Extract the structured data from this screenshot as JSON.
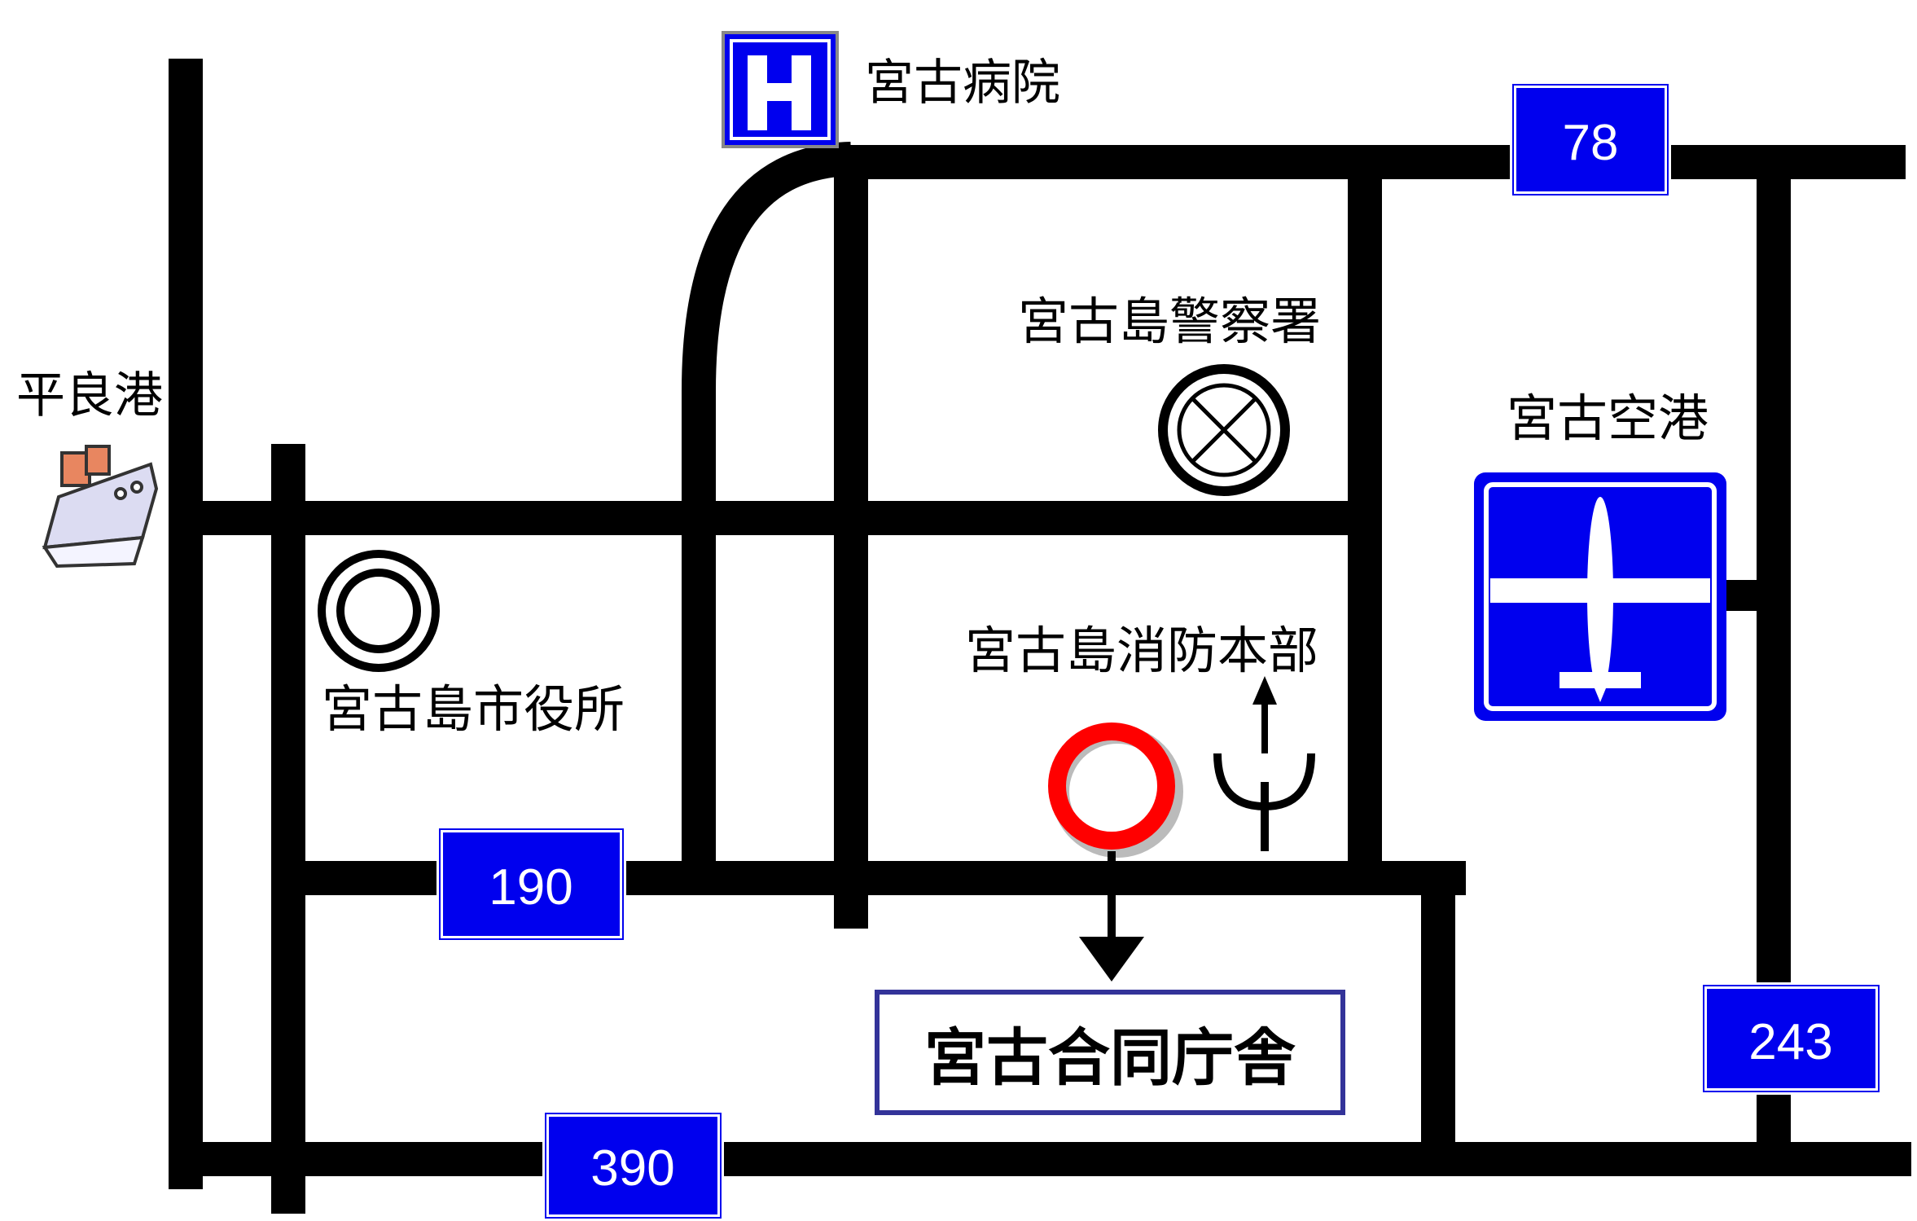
{
  "landmarks": {
    "hospital": "宮古病院",
    "police": "宮古島警察署",
    "port": "平良港",
    "airport": "宮古空港",
    "city_hall": "宮古島市役所",
    "fire_hq": "宮古島消防本部",
    "destination": "宮古合同庁舎"
  },
  "routes": {
    "r78": "78",
    "r190": "190",
    "r390": "390",
    "r243": "243"
  },
  "icons": {
    "hospital": "hospital-h-sign-icon",
    "police": "police-station-map-symbol-icon",
    "city_hall": "city-hall-map-symbol-icon",
    "fire": "fire-station-map-symbol-icon",
    "airport": "airplane-sign-icon",
    "port": "ship-icon",
    "destination": "red-circle-marker-icon"
  },
  "colors": {
    "sign_blue": "#0000ee",
    "road": "#000000",
    "destination_marker": "#ff0000",
    "destination_frame": "#333399"
  }
}
